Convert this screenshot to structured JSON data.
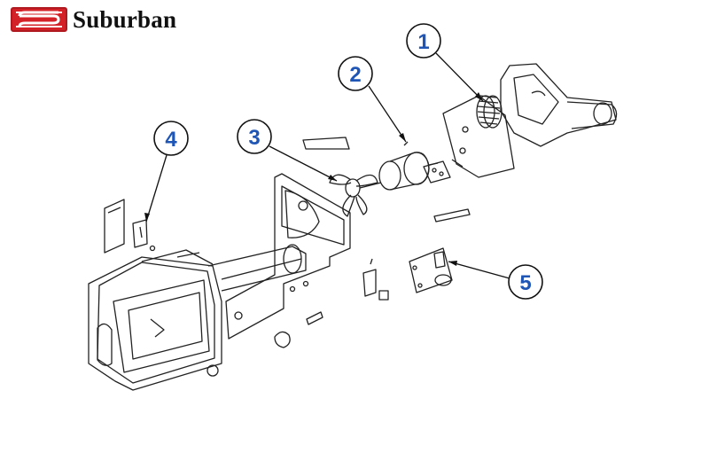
{
  "brand": {
    "name": "Suburban",
    "logo_color": "#d42027"
  },
  "callouts": [
    {
      "number": "1",
      "part": "blower-wheel"
    },
    {
      "number": "2",
      "part": "motor"
    },
    {
      "number": "3",
      "part": "fan-blade"
    },
    {
      "number": "4",
      "part": "sail-switch"
    },
    {
      "number": "5",
      "part": "control-board"
    }
  ],
  "colors": {
    "callout": "#1f56b5",
    "line": "#222222",
    "logo": "#d42027"
  }
}
